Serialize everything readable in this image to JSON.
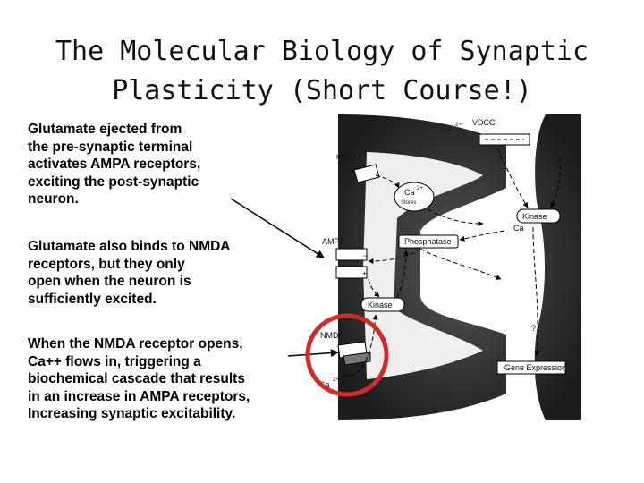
{
  "slide": {
    "title_line1": "The Molecular Biology of Synaptic",
    "title_line2": "Plasticity (Short Course!)",
    "paragraphs": [
      [
        "Glutamate ejected from",
        "the pre-synaptic terminal",
        "activates  AMPA receptors,",
        "exciting the post-synaptic",
        "neuron."
      ],
      [
        "Glutamate also binds to NMDA",
        "receptors, but they only",
        "open when the neuron is",
        "sufficiently excited."
      ],
      [
        "When the NMDA receptor opens,",
        "Ca++ flows in, triggering a",
        "biochemical cascade that results",
        "in an increase in AMPA receptors,",
        "Increasing synaptic excitability."
      ]
    ]
  },
  "diagram": {
    "labels": {
      "ca_top": "Ca",
      "ca_top_sup": "2+",
      "vdcc": "VDCC",
      "mglu": "mGLU",
      "ca_stores": "Ca",
      "ca_stores_sup": "2+",
      "stores": "Stores",
      "kinase_top": "Kinase",
      "ca_mid": "Ca",
      "ampa": "AMPA",
      "phosphatase": "Phosphatase",
      "minus": "−",
      "plus": "+",
      "kinase_mid": "Kinase",
      "nmda": "NMDA",
      "ca_bottom": "Ca",
      "ca_bottom_sup": "2+",
      "gene_expression": "Gene Expression",
      "question": "?"
    },
    "colors": {
      "membrane": "#2a2a2a",
      "highlight_circle": "#d42a2a",
      "arrow": "#000000"
    }
  }
}
